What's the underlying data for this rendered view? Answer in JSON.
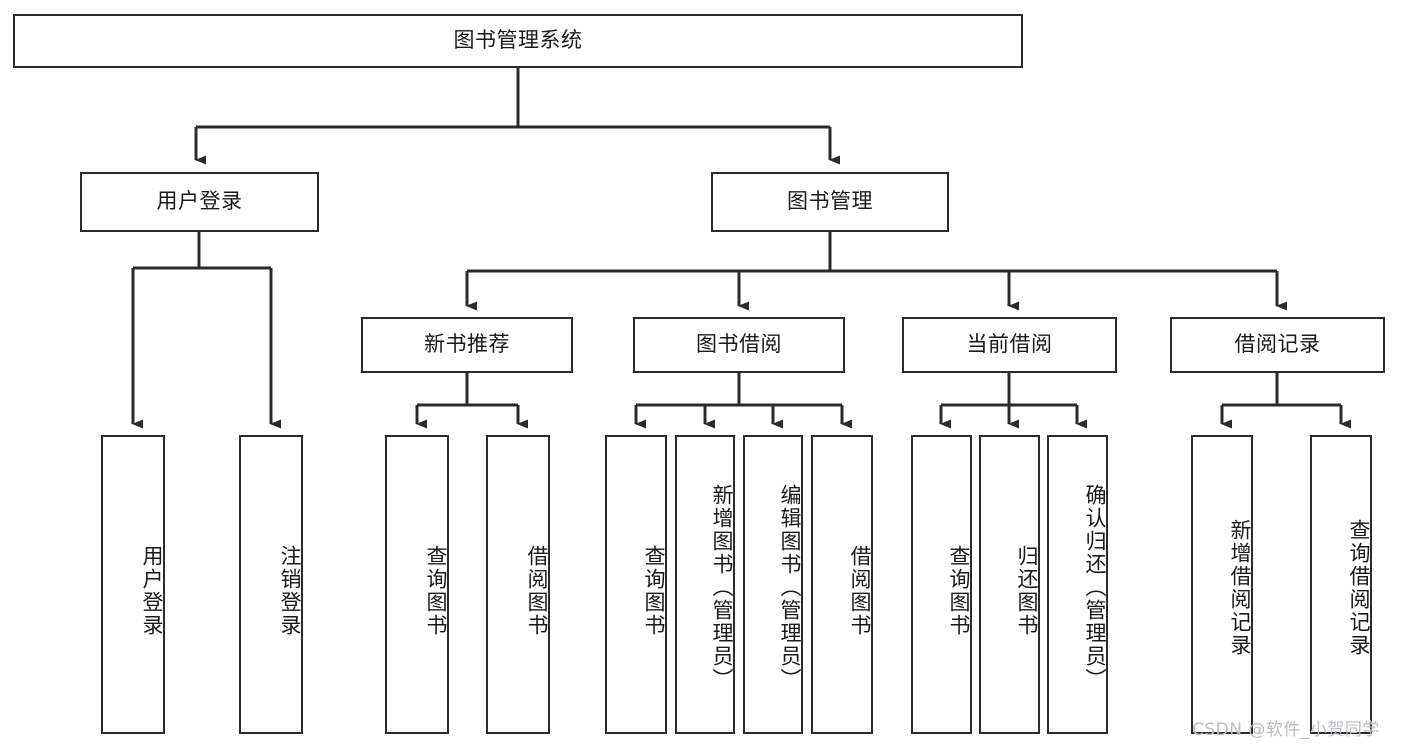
{
  "diagram": {
    "title": "图书管理系统",
    "type": "tree-hierarchy",
    "line_color": "#2b2b2b",
    "text_color": "#1a1a1a",
    "background": "#ffffff"
  },
  "nodes": {
    "root": {
      "label": "图书管理系统"
    },
    "level1": [
      {
        "label": "用户登录"
      },
      {
        "label": "图书管理"
      }
    ],
    "level2": [
      {
        "label": "新书推荐"
      },
      {
        "label": "图书借阅"
      },
      {
        "label": "当前借阅"
      },
      {
        "label": "借阅记录"
      }
    ],
    "leaves": {
      "user_login": [
        {
          "label": "用户登录"
        },
        {
          "label": "注销登录"
        }
      ],
      "new_book": [
        {
          "label": "查询图书"
        },
        {
          "label": "借阅图书"
        }
      ],
      "book_borrow": [
        {
          "label": "查询图书"
        },
        {
          "label": "新增图书（管理员）"
        },
        {
          "label": "编辑图书（管理员）"
        },
        {
          "label": "借阅图书"
        }
      ],
      "current_borrow": [
        {
          "label": "查询图书"
        },
        {
          "label": "归还图书"
        },
        {
          "label": "确认归还（管理员）"
        }
      ],
      "borrow_record": [
        {
          "label": "新增借阅记录"
        },
        {
          "label": "查询借阅记录"
        }
      ]
    }
  },
  "watermark": {
    "text": "CSDN @软件_小贺同学"
  }
}
